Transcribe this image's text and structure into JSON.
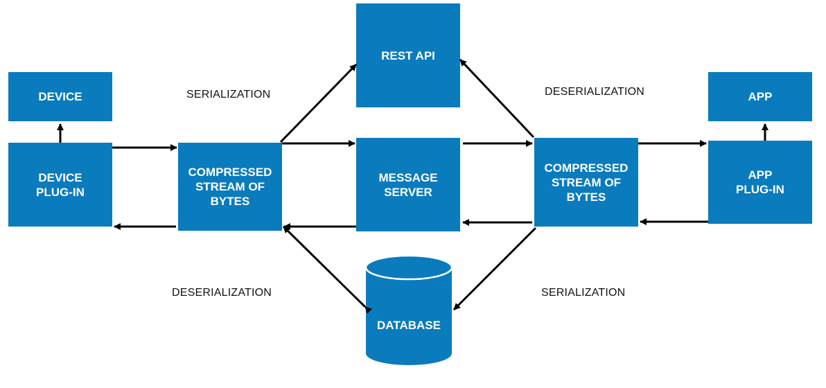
{
  "colors": {
    "box_fill": "#0a7bbd",
    "arrow": "#000000",
    "text_dark": "#111111"
  },
  "nodes": {
    "device": "DEVICE",
    "device_plugin": "DEVICE\nPLUG-IN",
    "compressed_left": "COMPRESSED\nSTREAM OF\nBYTES",
    "rest_api": "REST API",
    "message_server": "MESSAGE\nSERVER",
    "database": "DATABASE",
    "compressed_right": "COMPRESSED\nSTREAM OF\nBYTES",
    "app": "APP",
    "app_plugin": "APP\nPLUG-IN"
  },
  "labels": {
    "serialization_top_left": "SERIALIZATION",
    "deserialization_top_right": "DESERIALIZATION",
    "deserialization_bottom_left": "DESERIALIZATION",
    "serialization_bottom_right": "SERIALIZATION"
  }
}
